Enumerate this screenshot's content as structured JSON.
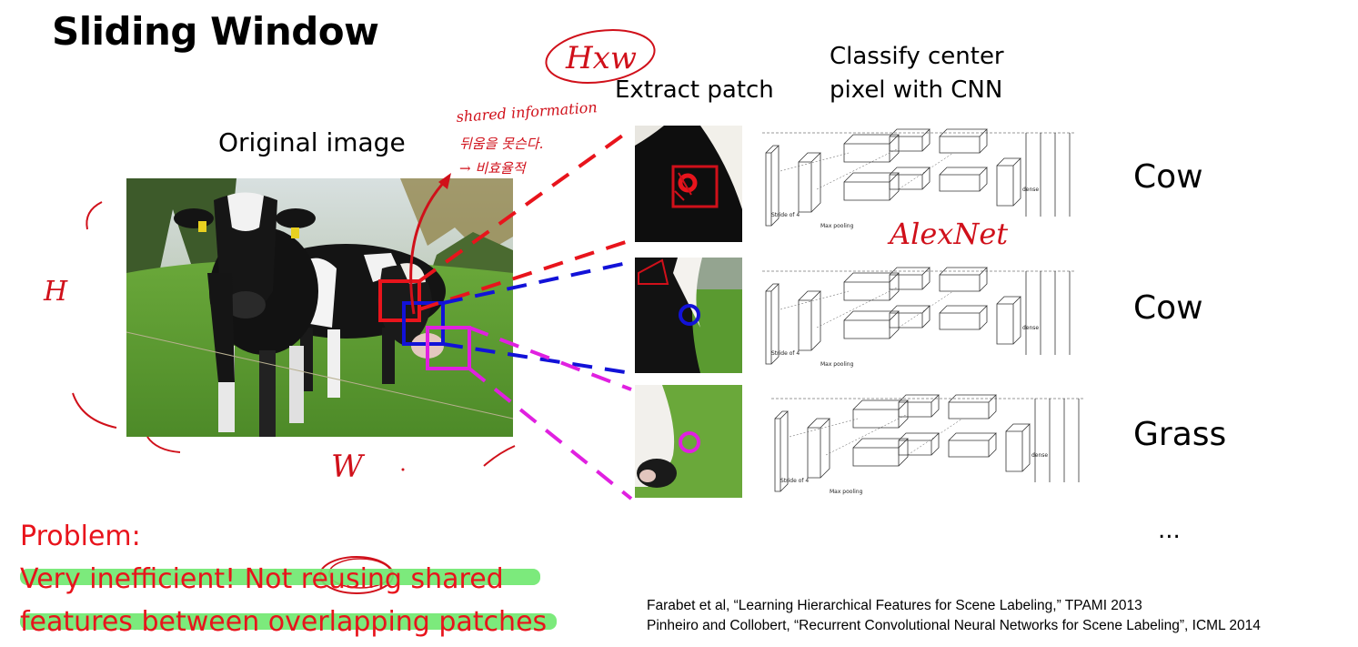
{
  "title": "Sliding Window",
  "labels": {
    "original_image": "Original image",
    "extract_patch": "Extract patch",
    "classify_line1": "Classify center",
    "classify_line2": "pixel with CNN"
  },
  "classes": [
    "Cow",
    "Cow",
    "Grass"
  ],
  "ellipsis": "...",
  "problem": {
    "heading": "Problem:",
    "line1": "Very inefficient! Not reusing shared",
    "line2": "features between overlapping patches"
  },
  "references": [
    "Farabet et al, “Learning Hierarchical Features for Scene Labeling,” TPAMI 2013",
    "Pinheiro and Collobert, “Recurrent Convolutional Neural Networks for Scene Labeling”, ICML 2014"
  ],
  "annotations": {
    "hxw": "Hxw",
    "shared1": "shared information",
    "shared2": "뒤움을 못슨다.",
    "shared3": "→ 비효율적",
    "alexnet": "AlexNet",
    "h": "H",
    "w": "W"
  },
  "cnn_text": {
    "maxpool": "Max pooling",
    "dense": "dense",
    "stride": "Stride of 4"
  },
  "colors": {
    "red": "#e8141c",
    "blue": "#1212d8",
    "magenta": "#e020e0",
    "highlight": "#6ee86e",
    "grass": "#5a9a30",
    "sky": "#c8d4d8"
  }
}
